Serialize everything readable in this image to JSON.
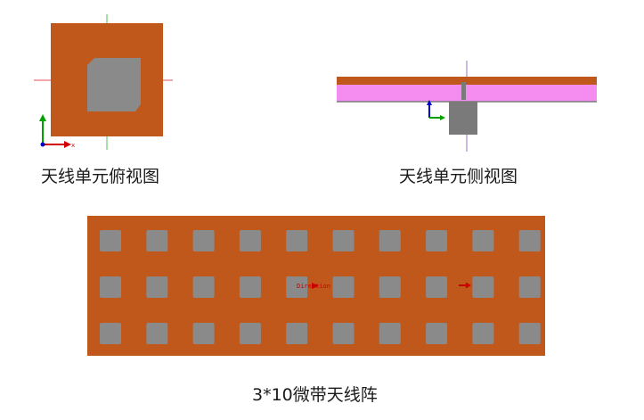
{
  "colors": {
    "copper": "#c0581b",
    "patch": "#8a8a8a",
    "substrate": "#f58cf0",
    "feed": "#7a7a7a",
    "axis_x": "#d00000",
    "axis_y": "#00a000",
    "axis_z": "#0000cc",
    "guide_red": "#e05050",
    "guide_green": "#50c050",
    "guide_purple": "#9a70c8",
    "arrow": "#cc0000"
  },
  "captions": {
    "top_view": "天线单元俯视图",
    "side_view": "天线单元侧视图",
    "array": "3*10微带天线阵"
  },
  "array": {
    "rows": 3,
    "cols": 10,
    "direction_label": "Direction"
  },
  "axes": {
    "x_label": "x"
  }
}
